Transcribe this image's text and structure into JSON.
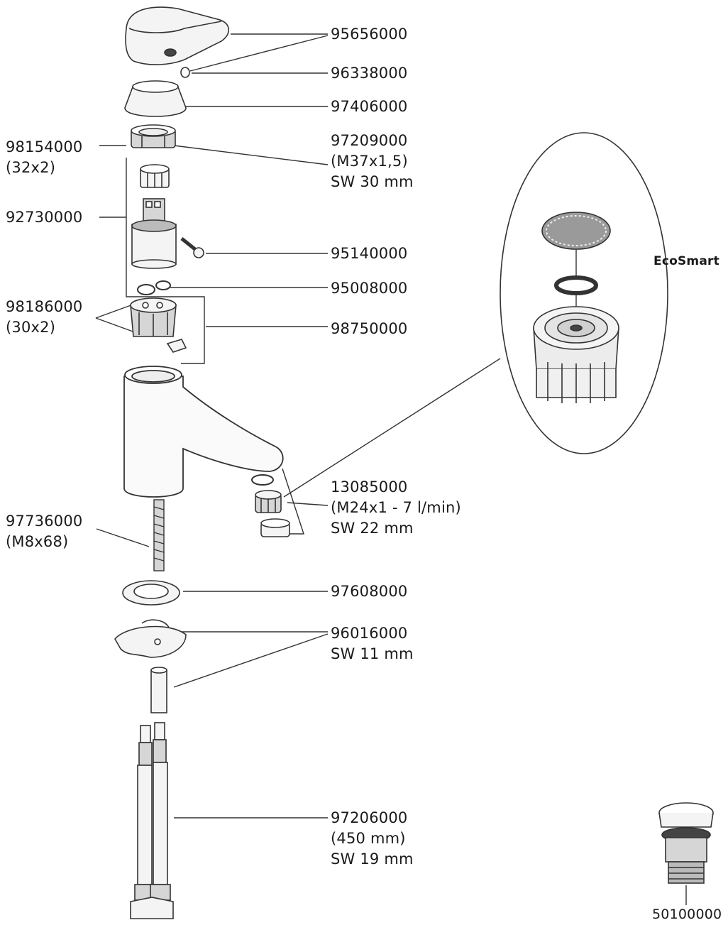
{
  "parts": {
    "lever_handle": {
      "code": "95656000"
    },
    "set_screw": {
      "code": "96338000"
    },
    "cover_cap": {
      "code": "97406000"
    },
    "cartridge_nut": {
      "code": "97209000",
      "spec": "(M37x1,5)",
      "wrench": "SW 30 mm"
    },
    "o_ring_32": {
      "code": "98154000",
      "spec": "(32x2)"
    },
    "cartridge": {
      "code": "92730000"
    },
    "screw": {
      "code": "95140000"
    },
    "seals": {
      "code": "95008000"
    },
    "o_ring_30": {
      "code": "98186000",
      "spec": "(30x2)"
    },
    "cartridge_base": {
      "code": "98750000"
    },
    "aerator": {
      "code": "13085000",
      "spec": "(M24x1 - 7 l/min)",
      "wrench": "SW 22 mm"
    },
    "threaded_rod": {
      "code": "97736000",
      "spec": "(M8x68)"
    },
    "base_seal": {
      "code": "97608000"
    },
    "fixing_set": {
      "code": "96016000",
      "wrench": "SW 11 mm"
    },
    "hoses": {
      "code": "97206000",
      "spec": "(450 mm)",
      "wrench": "SW 19 mm"
    },
    "waste_set": {
      "code": "50100000"
    }
  },
  "detail": {
    "label": "EcoSmart"
  },
  "colors": {
    "ink": "#1a1a1a",
    "line": "#333333",
    "fill_light": "#f4f4f4",
    "fill_mid": "#d6d6d6",
    "fill_dark": "#444444"
  }
}
